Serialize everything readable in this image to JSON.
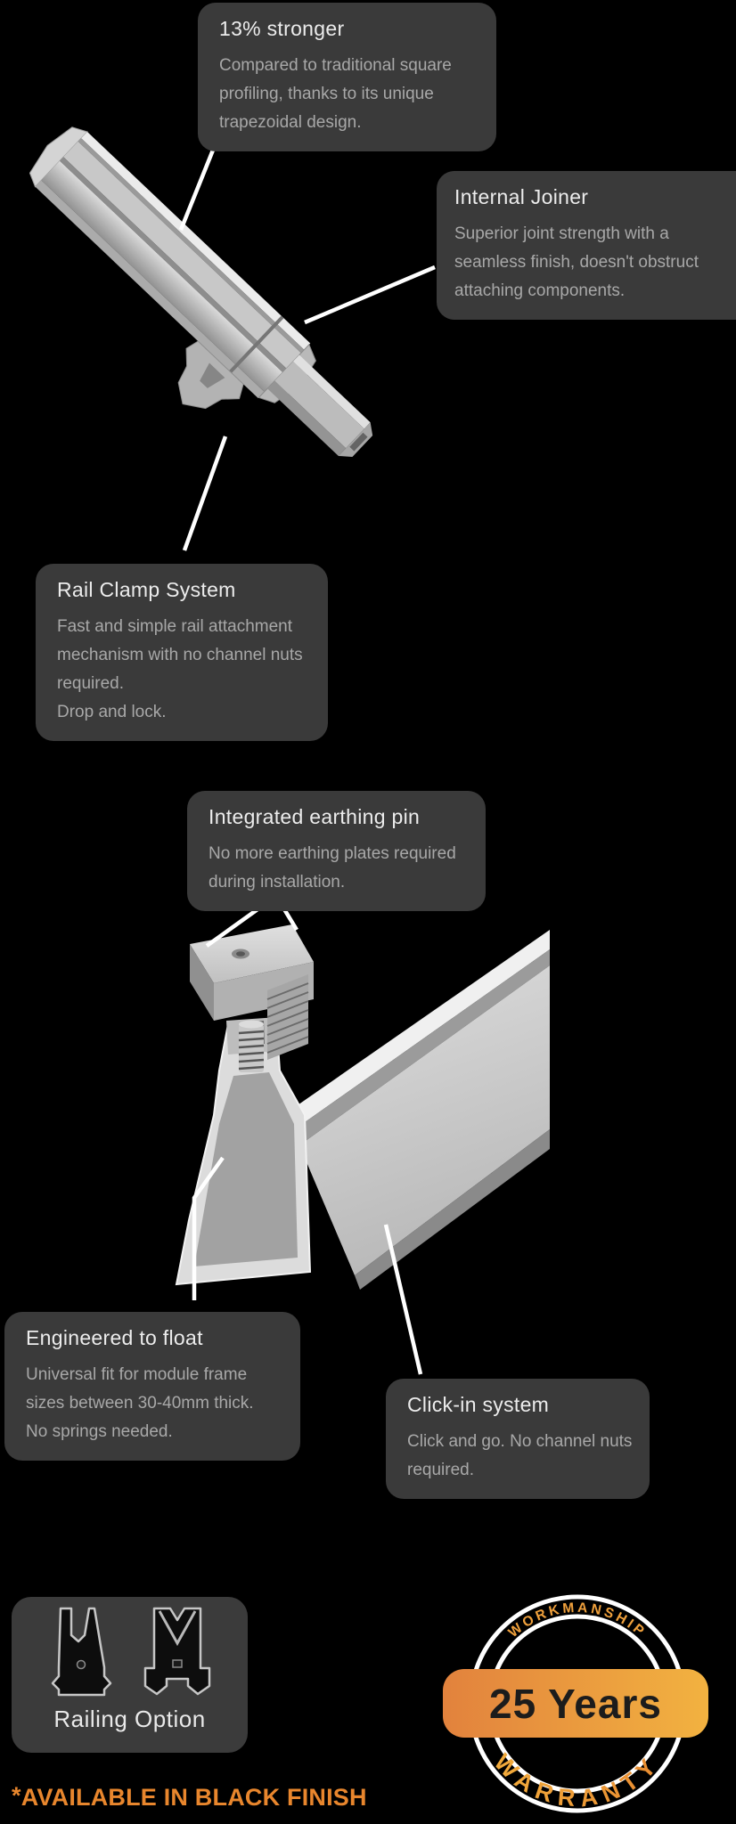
{
  "page": {
    "background": "#000000"
  },
  "callouts": [
    {
      "title": "13% stronger",
      "lines": [
        "Compared to traditional square",
        "profiling, thanks to its unique",
        "trapezoidal design."
      ]
    },
    {
      "title": "Internal Joiner",
      "lines": [
        "Superior joint strength with a",
        "seamless finish, doesn't obstruct",
        "attaching components."
      ]
    },
    {
      "title": "Rail Clamp System",
      "lines": [
        "Fast and simple rail attachment",
        "mechanism with no channel nuts",
        "required.",
        "Drop and lock."
      ]
    },
    {
      "title": "Integrated earthing pin",
      "lines": [
        "No more earthing plates required",
        "during installation."
      ]
    },
    {
      "title": "Engineered to float",
      "lines": [
        "Universal fit for module frame",
        "sizes between 30-40mm thick.",
        "No springs needed."
      ]
    },
    {
      "title": "Click-in system",
      "lines": [
        "Click and go. No channel nuts",
        "required."
      ]
    }
  ],
  "railing_option": {
    "label": "Railing Option"
  },
  "warranty_badge": {
    "top_arc_text": "WORKMANSHIP",
    "years_text": "25 Years",
    "bottom_arc_text": "WARRANTY"
  },
  "footnote": {
    "asterisk": "*",
    "text": "AVAILABLE IN BLACK FINISH"
  },
  "colors": {
    "callout_bg": "#3a3a3a",
    "callout_title": "#ececec",
    "callout_body": "#a8a8a8",
    "accent_orange": "#e8862d",
    "banner_gradient_start": "#e2823d",
    "banner_gradient_end": "#f2b240",
    "badge_ring": "#ffffff",
    "banner_text": "#1c1c1c",
    "leader_line": "#ffffff",
    "aluminum": "#c8c8c8"
  }
}
